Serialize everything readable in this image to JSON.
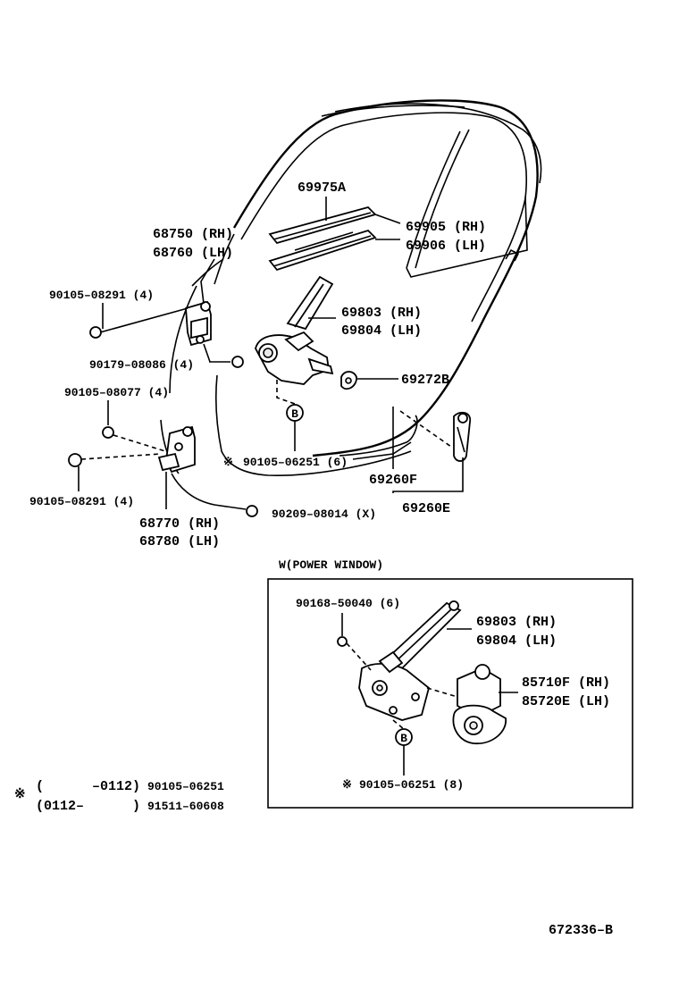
{
  "labels": {
    "l_69975a": "69975A",
    "l_68750": "68750 (RH)",
    "l_68760": "68760 (LH)",
    "l_69905": "69905 (RH)",
    "l_69906": "69906 (LH)",
    "l_90105_08291_top": "90105–08291 (4)",
    "l_69803_top": "69803 (RH)",
    "l_69804_top": "69804 (LH)",
    "l_90179": "90179–08086 (4)",
    "l_69272b": "69272B",
    "l_90105_08077": "90105–08077 (4)",
    "l_90105_06251_6": "90105–06251 (6)",
    "l_69260f": "69260F",
    "l_69260e": "69260E",
    "l_90105_08291_bot": "90105–08291 (4)",
    "l_90209": "90209–08014 (X)",
    "l_68770": "68770 (RH)",
    "l_68780": "68780 (LH)",
    "l_power_window": "W(POWER WINDOW)",
    "l_90168": "90168–50040 (6)",
    "l_69803_box": "69803 (RH)",
    "l_69804_box": "69804 (LH)",
    "l_85710f": "85710F (RH)",
    "l_85720e": "85720E (LH)",
    "l_90105_06251_8": "90105–06251 (8)",
    "ref_mark": "※",
    "b_circle_top": "B",
    "b_circle_box": "B"
  },
  "footnote": {
    "mark": "※",
    "row1_range": "(      –0112)",
    "row1_part": "90105–06251",
    "row2_range": "(0112–      )",
    "row2_part": "91511–60608"
  },
  "figure_id": "672336–B"
}
